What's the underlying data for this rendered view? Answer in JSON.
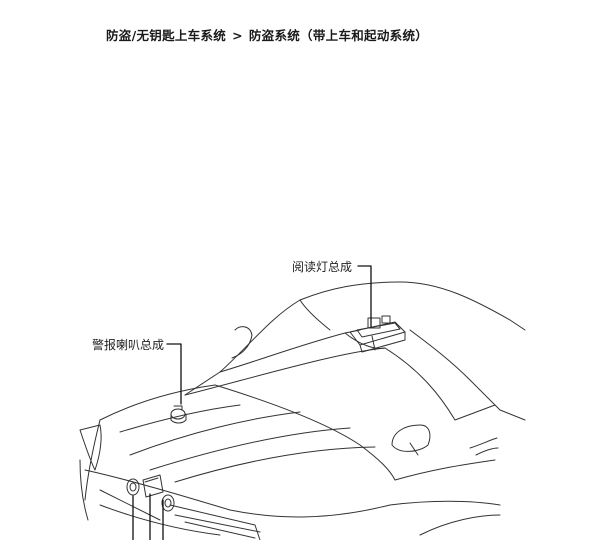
{
  "breadcrumb": {
    "parent": "防盗/无钥匙上车系统",
    "separator": ">",
    "current": "防盗系统（带上车和起动系统）"
  },
  "figure": {
    "callouts": {
      "reading_light": "阅读灯总成",
      "alarm_horn": "警报喇叭总成"
    }
  }
}
